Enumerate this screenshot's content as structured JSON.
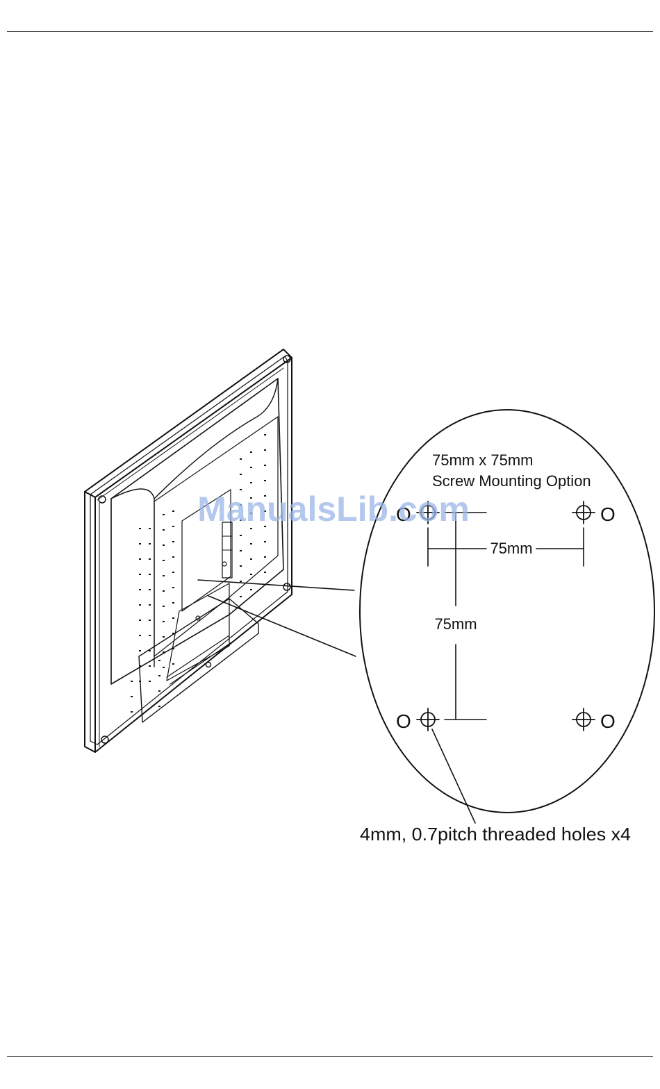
{
  "watermark": "ManualsLib.com",
  "callout": {
    "title_line1": "75mm x 75mm",
    "title_line2": "Screw Mounting Option",
    "h_dim": "75mm",
    "v_dim": "75mm"
  },
  "caption": "4mm, 0.7pitch threaded holes x4",
  "colors": {
    "line": "#111111",
    "watermark": "#9ab6e6"
  }
}
